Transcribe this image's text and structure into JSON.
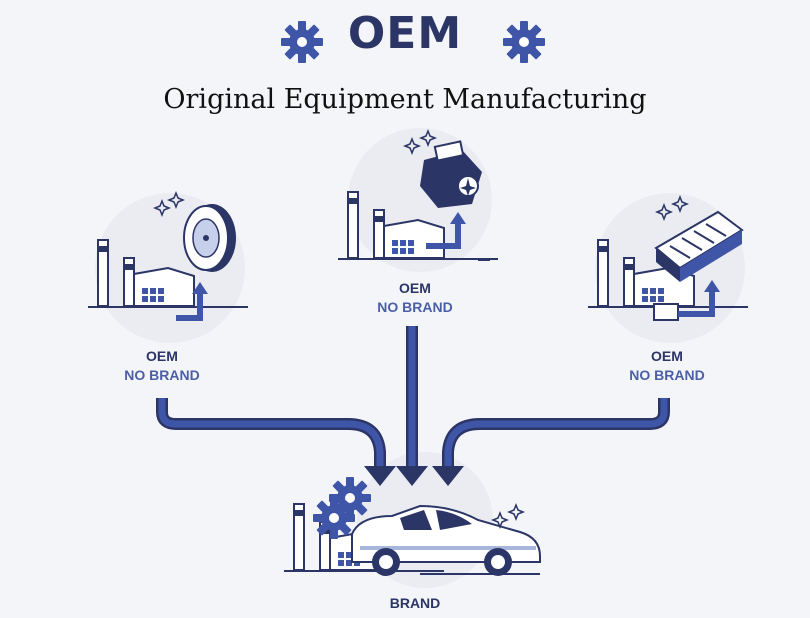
{
  "header": {
    "title": "OEM",
    "subtitle": "Original Equipment Manufacturing"
  },
  "nodes": {
    "left": {
      "line1": "OEM",
      "line2": "NO BRAND",
      "part_icon": "tire-icon"
    },
    "center": {
      "line1": "OEM",
      "line2": "NO BRAND",
      "part_icon": "engine-block-icon"
    },
    "right": {
      "line1": "OEM",
      "line2": "NO BRAND",
      "part_icon": "battery-icon"
    },
    "bottom": {
      "line1": "BRAND",
      "product_icon": "car-icon"
    }
  },
  "colors": {
    "navy": "#2b3566",
    "accent": "#3f56a8",
    "light_accent": "#a9b6dc",
    "background": "#f4f5f8"
  }
}
